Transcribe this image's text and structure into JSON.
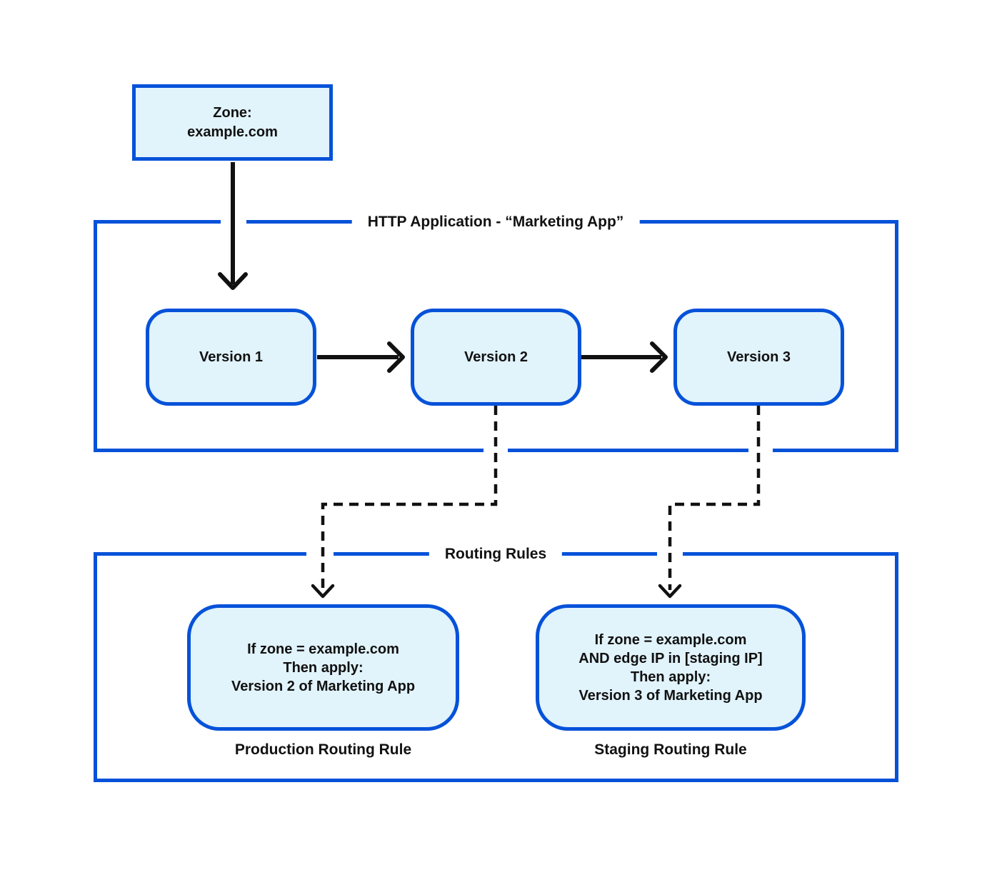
{
  "zone": {
    "line1": "Zone:",
    "line2": "example.com"
  },
  "http_app": {
    "title": "HTTP Application - “Marketing App”",
    "versions": [
      {
        "label": "Version 1"
      },
      {
        "label": "Version 2"
      },
      {
        "label": "Version 3"
      }
    ]
  },
  "routing": {
    "title": "Routing Rules",
    "rules": [
      {
        "lines": [
          "If zone = example.com",
          "Then apply:",
          "Version 2 of Marketing App"
        ],
        "caption": "Production Routing Rule"
      },
      {
        "lines": [
          "If zone = example.com",
          "AND edge IP in [staging IP]",
          "Then apply:",
          "Version 3 of Marketing App"
        ],
        "caption": "Staging Routing Rule"
      }
    ]
  },
  "connectors": {
    "zone_to_app": "solid-arrow",
    "version1_to_version2": "solid-arrow",
    "version2_to_version3": "solid-arrow",
    "version2_to_production_rule": "dashed-arrow",
    "version3_to_staging_rule": "dashed-arrow"
  },
  "colors": {
    "border_blue": "#0552d9",
    "fill_light_blue": "#e1f3fb",
    "line_black": "#111111",
    "background": "#ffffff"
  }
}
